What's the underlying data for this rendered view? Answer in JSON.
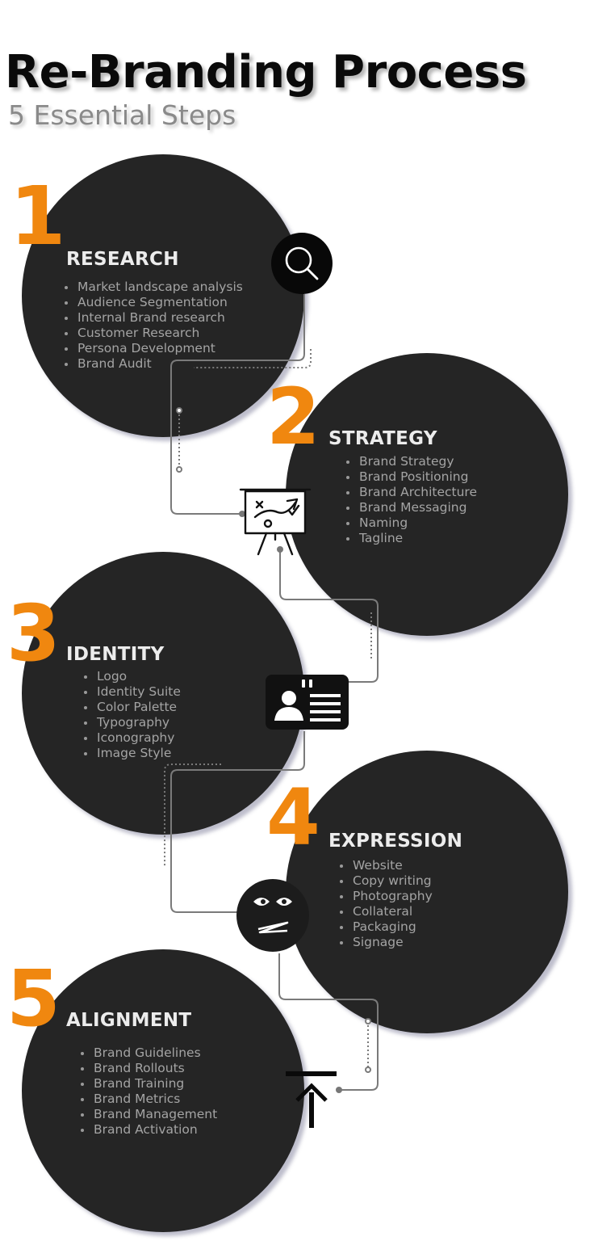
{
  "header": {
    "title": "Re-Branding Process",
    "subtitle": "5 Essential Steps"
  },
  "colors": {
    "circle": "#252525",
    "accent": "#f0870f",
    "step_title": "#ececec",
    "bullet_text": "#a4a4a4",
    "connector": "#7a7a7a"
  },
  "steps": [
    {
      "number": "1",
      "title": "RESEARCH",
      "icon": "magnifier-icon",
      "items": [
        "Market landscape analysis",
        "Audience Segmentation",
        "Internal Brand research",
        "Customer Research",
        "Persona Development",
        "Brand Audit"
      ]
    },
    {
      "number": "2",
      "title": "STRATEGY",
      "icon": "strategy-board-icon",
      "items": [
        "Brand Strategy",
        "Brand Positioning",
        "Brand Architecture",
        "Brand Messaging",
        "Naming",
        "Tagline"
      ]
    },
    {
      "number": "3",
      "title": "IDENTITY",
      "icon": "id-card-icon",
      "items": [
        "Logo",
        "Identity Suite",
        "Color Palette",
        "Typography",
        "Iconography",
        "Image Style"
      ]
    },
    {
      "number": "4",
      "title": "EXPRESSION",
      "icon": "face-icon",
      "items": [
        "Website",
        "Copy writing",
        "Photography",
        "Collateral",
        "Packaging",
        "Signage"
      ]
    },
    {
      "number": "5",
      "title": "ALIGNMENT",
      "icon": "upload-arrow-icon",
      "items": [
        "Brand Guidelines",
        "Brand Rollouts",
        "Brand Training",
        "Brand Metrics",
        "Brand Management",
        "Brand Activation"
      ]
    }
  ]
}
